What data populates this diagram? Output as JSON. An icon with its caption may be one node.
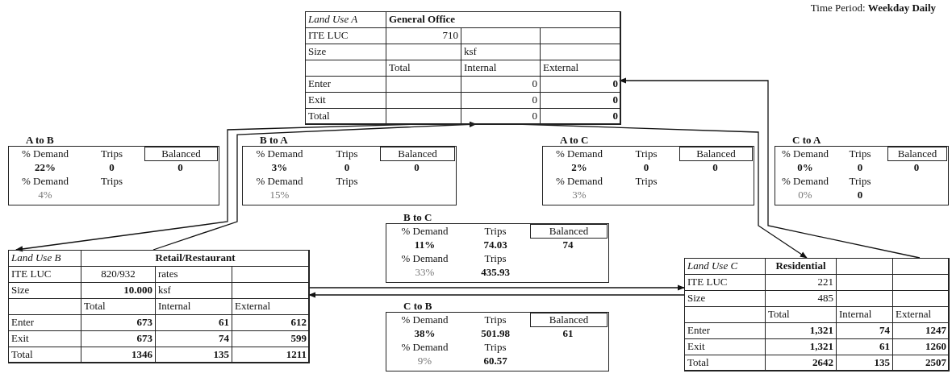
{
  "diagram": {
    "nodes": [
      {
        "text": [
          "Land Use A",
          "General Office",
          "ITE LUC",
          "710",
          "Size",
          "ksf",
          "Total",
          "Internal",
          "External",
          "Enter",
          "0",
          "0",
          "Exit",
          "0",
          "0",
          "Total",
          "0",
          "0"
        ]
      },
      {
        "text": [
          "A to B",
          "% Demand",
          "Trips",
          "Balanced",
          "22%",
          "0",
          "0",
          "% Demand",
          "Trips",
          "4%"
        ]
      },
      {
        "text": [
          "B to A",
          "% Demand",
          "Trips",
          "Balanced",
          "3%",
          "0",
          "0",
          "% Demand",
          "Trips",
          "15%"
        ]
      },
      {
        "text": [
          "A to C",
          "% Demand",
          "Trips",
          "Balanced",
          "2%",
          "0",
          "0",
          "% Demand",
          "Trips",
          "3%"
        ]
      },
      {
        "text": [
          "C to A",
          "% Demand",
          "Trips",
          "Balanced",
          "0%",
          "0",
          "0",
          "% Demand",
          "Trips",
          "0%",
          "0"
        ]
      },
      {
        "text": [
          "Land Use B",
          "Retail/Restaurant",
          "ITE LUC",
          "820/932",
          "rates",
          "Size",
          "10.000",
          "ksf",
          "Total",
          "Internal",
          "External",
          "Enter",
          "673",
          "61",
          "612",
          "Exit",
          "673",
          "74",
          "599",
          "Total",
          "1346",
          "135",
          "1211"
        ]
      },
      {
        "text": [
          "B to C",
          "% Demand",
          "Trips",
          "Balanced",
          "11%",
          "74.03",
          "74",
          "% Demand",
          "Trips",
          "33%",
          "435.93"
        ]
      },
      {
        "text": [
          "Land Use C",
          "Residential",
          "ITE LUC",
          "221",
          "Size",
          "485",
          "Total",
          "Internal",
          "External",
          "Enter",
          "1,321",
          "74",
          "1247",
          "Exit",
          "1,321",
          "61",
          "1260",
          "Total",
          "2642",
          "135",
          "2507"
        ]
      },
      {
        "text": [
          "C to B",
          "% Demand",
          "Trips",
          "Balanced",
          "38%",
          "501.98",
          "61",
          "% Demand",
          "Trips",
          "9%",
          "60.57"
        ]
      }
    ],
    "edges": [
      {
        "from": 0,
        "to": 5,
        "arrow": "to"
      },
      {
        "from": 5,
        "to": 0,
        "arrow": "to"
      },
      {
        "from": 0,
        "to": 7,
        "arrow": "to"
      },
      {
        "from": 7,
        "to": 0,
        "arrow": "to"
      },
      {
        "from": 5,
        "to": 7,
        "arrow": "to"
      },
      {
        "from": 7,
        "to": 5,
        "arrow": "to"
      }
    ],
    "labels": [
      "Time Period: **Weekday Daily**"
    ]
  }
}
